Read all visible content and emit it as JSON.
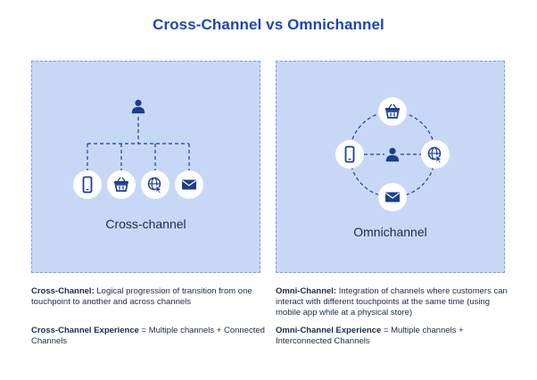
{
  "title": "Cross-Channel vs Omnichannel",
  "left_panel": {
    "label": "Cross-channel",
    "hub_icon": "user-icon",
    "channels": [
      "mobile-phone-icon",
      "shopping-basket-icon",
      "web-globe-cursor-icon",
      "email-envelope-icon"
    ]
  },
  "right_panel": {
    "label": "Omnichannel",
    "hub_icon": "user-icon",
    "channels": [
      "shopping-basket-icon",
      "mobile-phone-icon",
      "web-globe-cursor-icon",
      "email-envelope-icon"
    ]
  },
  "descriptions": {
    "cross_channel": {
      "term": "Cross-Channel:",
      "text": " Logical progression of transition from one touchpoint to another and across channels"
    },
    "cross_channel_experience": {
      "term": "Cross-Channel Experience",
      "text": " = Multiple channels + Connected Channels"
    },
    "omni_channel": {
      "term": "Omni-Channel:",
      "text": " Integration of channels where customers can interact with different touchpoints at the same time (using mobile app while at a physical store)"
    },
    "omni_channel_experience": {
      "term": "Omni-Channel Experience",
      "text": " = Multiple channels + Interconnected Channels"
    }
  },
  "colors": {
    "title": "#1b45b8",
    "panel_background": "#c6d8f6",
    "panel_border": "#7f9ed4",
    "icon": "#1b3f8f",
    "connector": "#1b3f8f"
  }
}
